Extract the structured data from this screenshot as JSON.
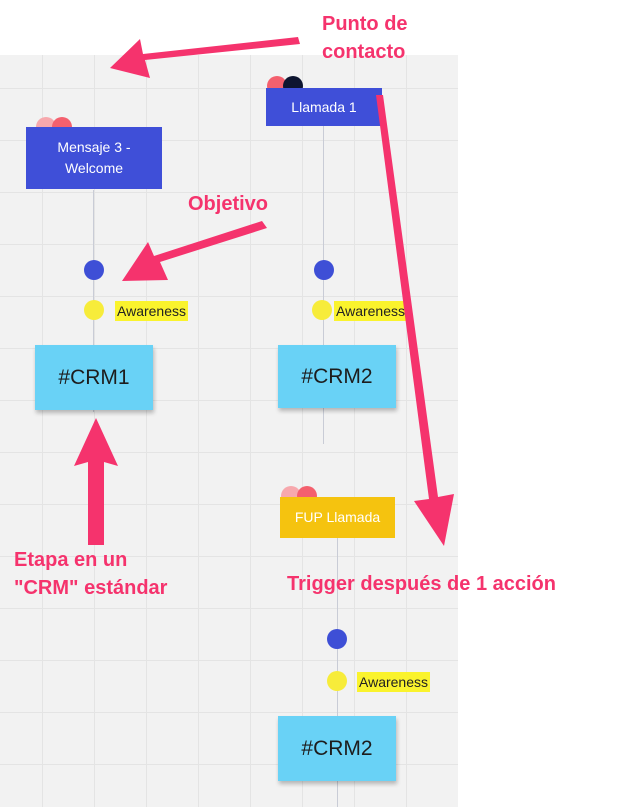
{
  "colors": {
    "annotation": "#f5336d",
    "card_blue": "#3f4fd8",
    "card_yellow": "#f5c30f",
    "sticky_blue": "#69d2f6",
    "tag_yellow": "#faf32d",
    "dot_blue": "#3e4fd6",
    "dot_yellow": "#f7ec3a"
  },
  "annotations": {
    "punto_line1": "Punto de",
    "punto_line2": "contacto",
    "objetivo": "Objetivo",
    "etapa_line1": "Etapa en un",
    "etapa_line2": "\"CRM\" estándar",
    "trigger": "Trigger después de 1 acción"
  },
  "cards": {
    "mensaje_line1": "Mensaje 3 -",
    "mensaje_line2": "Welcome",
    "llamada": "Llamada 1",
    "fup": "FUP Llamada"
  },
  "tags": {
    "awareness_1": "Awareness",
    "awareness_2": "Awareness",
    "awareness_3": "Awareness"
  },
  "stickies": {
    "crm1": "#CRM1",
    "crm2_top": "#CRM2",
    "crm2_bottom": "#CRM2"
  }
}
